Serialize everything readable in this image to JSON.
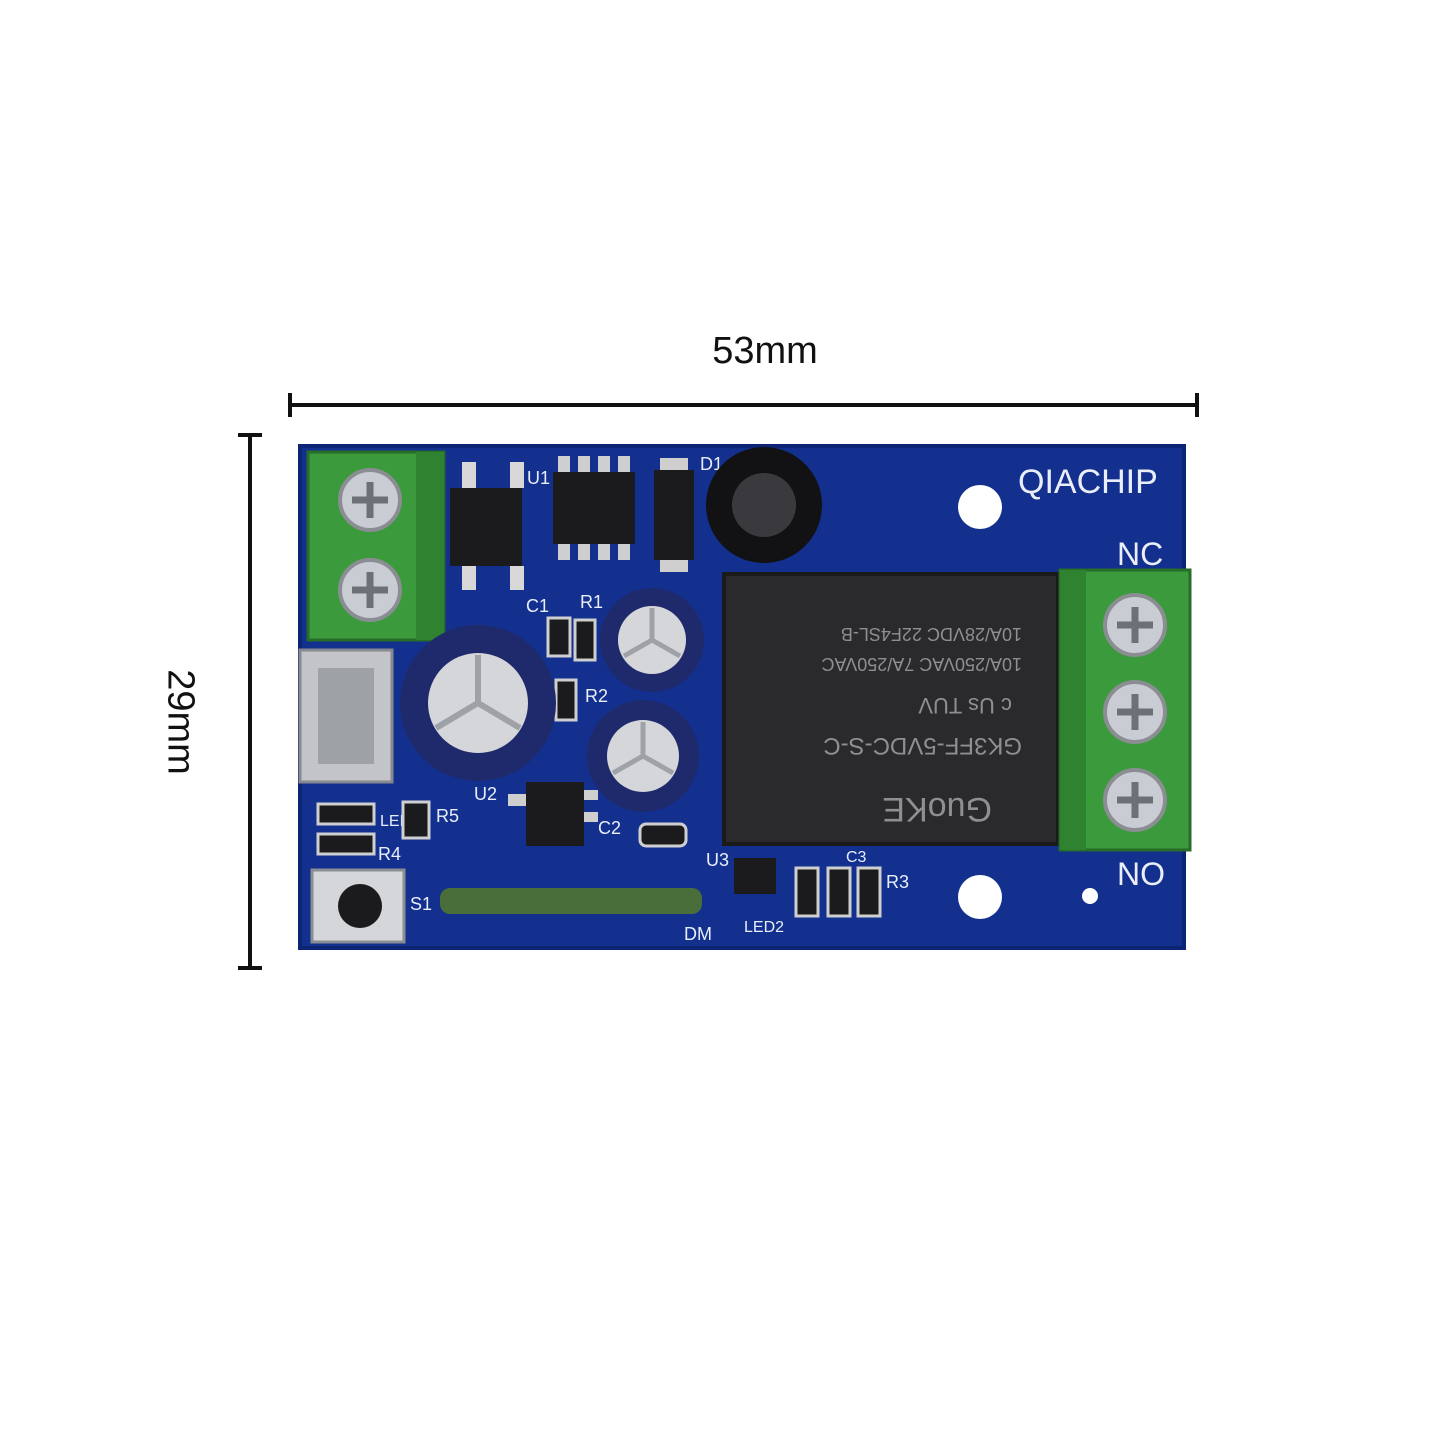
{
  "dimensions": {
    "width_label": "53mm",
    "height_label": "29mm"
  },
  "colors": {
    "pcb": "#13308f",
    "pcb_edge": "#0d2475",
    "terminal": "#3b9a3b",
    "relay": "#2a2a2c",
    "capacitor": "#1e2a6b",
    "screw": "#c9ccd2"
  },
  "board": {
    "brand": "QIACHIP",
    "nc_label": "NC",
    "no_label": "NO",
    "silk": {
      "u1": "U1",
      "d1": "D1",
      "c1": "C1",
      "r1": "R1",
      "r2": "R2",
      "u2": "U2",
      "c2": "C2",
      "u3": "U3",
      "c3": "C3",
      "r3": "R3",
      "r4": "R4",
      "r5": "R5",
      "led": "LED",
      "led2": "LED2",
      "s1": "S1",
      "dm": "DM"
    },
    "relay_text": {
      "brand": "GuoKE",
      "model": "GK3FF-5VDC-S-C",
      "cert": "c Us  TUV",
      "rating1": "10A/250VAC   7A/250VAC",
      "rating2": "10A/28VDC    22F4SL-B"
    }
  }
}
